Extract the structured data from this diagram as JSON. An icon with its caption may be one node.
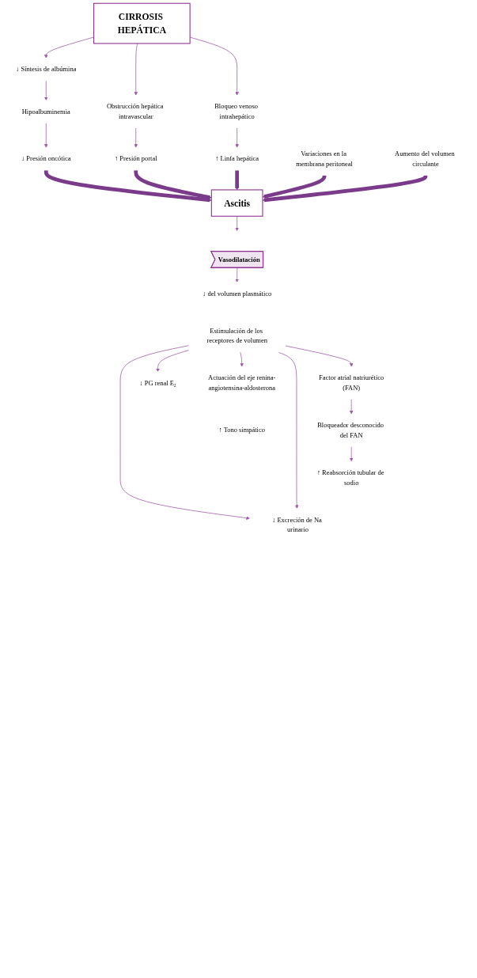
{
  "diagram": {
    "nodes": [
      {
        "text": [
          "CIRROSIS HEPÁTICA"
        ]
      },
      {
        "text": [
          "↓ Síntesis de albúmina"
        ]
      },
      {
        "text": [
          "Obstrucción hepática intravascular"
        ]
      },
      {
        "text": [
          "Bloqueo venoso intrahepático"
        ]
      },
      {
        "text": [
          "Hipoalbuminemia"
        ]
      },
      {
        "text": [
          "↑ Presión portal"
        ]
      },
      {
        "text": [
          "↓ Presión oncótica"
        ]
      },
      {
        "text": [
          "↑ Linfa hepática"
        ]
      },
      {
        "text": [
          "Ascitis"
        ]
      },
      {
        "text": [
          "Variaciones en la membrana peritoneal"
        ]
      },
      {
        "text": [
          "Aumento del volumen circulante"
        ]
      },
      {
        "text": [
          "Vasodilatación"
        ]
      },
      {
        "text": [
          "↓ del volumen plasmático"
        ]
      },
      {
        "text": [
          "Estimulación de los receptores de volumen"
        ]
      },
      {
        "text": [
          "Actuación del eje renina-angiotensina-aldosterona"
        ]
      },
      {
        "text": [
          "↓ PG renal E₂"
        ]
      },
      {
        "text": [
          "Factor atrial natriurético",
          "(FAN)"
        ]
      },
      {
        "text": [
          "Bloqueador desconocido del FAN"
        ]
      },
      {
        "text": [
          "↑ Reabsorción tubular de sodio"
        ]
      },
      {
        "text": [
          "↑ Tono simpático"
        ]
      },
      {
        "text": [
          "↓ Excreción de Na urinario"
        ]
      }
    ],
    "edges": [
      {
        "from": 0,
        "to": 1,
        "arrow": "to"
      },
      {
        "from": 0,
        "to": 2,
        "arrow": "to"
      },
      {
        "from": 0,
        "to": 3,
        "arrow": "to"
      },
      {
        "from": 1,
        "to": 4,
        "arrow": "to"
      },
      {
        "from": 4,
        "to": 6,
        "arrow": "to"
      },
      {
        "from": 2,
        "to": 5,
        "arrow": "to"
      },
      {
        "from": 3,
        "to": 7,
        "arrow": "to"
      },
      {
        "from": 6,
        "to": 8,
        "arrow": "to",
        "style": "thick",
        "color": "#7b3b8b"
      },
      {
        "from": 5,
        "to": 8,
        "arrow": "to",
        "style": "thick",
        "color": "#7b3b8b"
      },
      {
        "from": 7,
        "to": 8,
        "arrow": "to",
        "style": "thick",
        "color": "#7b3b8b"
      },
      {
        "from": 9,
        "to": 8,
        "arrow": "to",
        "style": "thick",
        "color": "#7b3b8b"
      },
      {
        "from": 10,
        "to": 8,
        "arrow": "to",
        "style": "thick",
        "color": "#7b3b8b"
      },
      {
        "from": 8,
        "to": null,
        "arrow": "to"
      },
      {
        "from": 11,
        "to": 12,
        "arrow": "to"
      },
      {
        "from": 13,
        "to": 14,
        "arrow": "to"
      },
      {
        "from": 13,
        "to": 15,
        "arrow": "to"
      },
      {
        "from": 13,
        "to": 16,
        "arrow": "to"
      },
      {
        "from": 16,
        "to": 17,
        "arrow": "to"
      },
      {
        "from": 17,
        "to": 18,
        "arrow": "to"
      },
      {
        "from": 13,
        "to": 20,
        "arrow": "to"
      },
      {
        "from": 13,
        "to": 20,
        "arrow": "to"
      }
    ]
  }
}
